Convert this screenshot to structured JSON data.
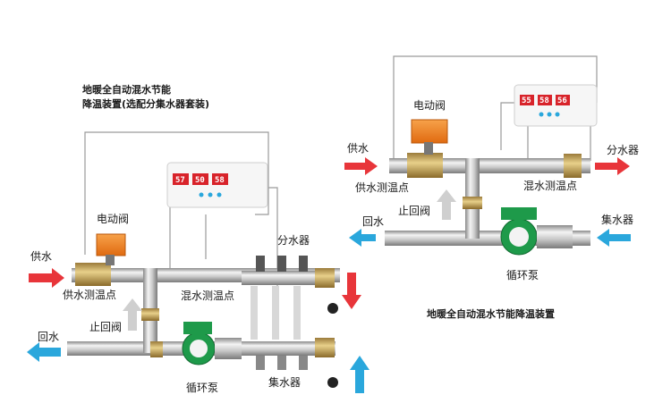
{
  "title_left_line1": "地暖全自动混水节能",
  "title_left_line2": "降温装置(选配分集水器套装)",
  "title_right": "地暖全自动混水节能降温装置",
  "left": {
    "supply": "供水",
    "return": "回水",
    "motor_valve": "电动阀",
    "supply_temp_point": "供水测温点",
    "check_valve": "止回阀",
    "mixed_temp_point": "混水测温点",
    "distributor": "分水器",
    "collector": "集水器",
    "pump": "循环泵",
    "display_digits": [
      "57",
      "50",
      "58"
    ]
  },
  "right": {
    "supply": "供水",
    "return": "回水",
    "motor_valve": "电动阀",
    "supply_temp_point": "供水测温点",
    "check_valve": "止回阀",
    "mixed_temp_point": "混水测温点",
    "distributor": "分水器",
    "collector": "集水器",
    "pump": "循环泵",
    "display_digits": [
      "55",
      "58",
      "56"
    ]
  },
  "colors": {
    "supply_arrow": "#e8353a",
    "return_arrow": "#2aa7dc",
    "check_arrow": "#cfcfcf",
    "valve_actuator": "#f07d1a",
    "pump_green": "#1e9a4a",
    "display_red": "#d8232a"
  }
}
